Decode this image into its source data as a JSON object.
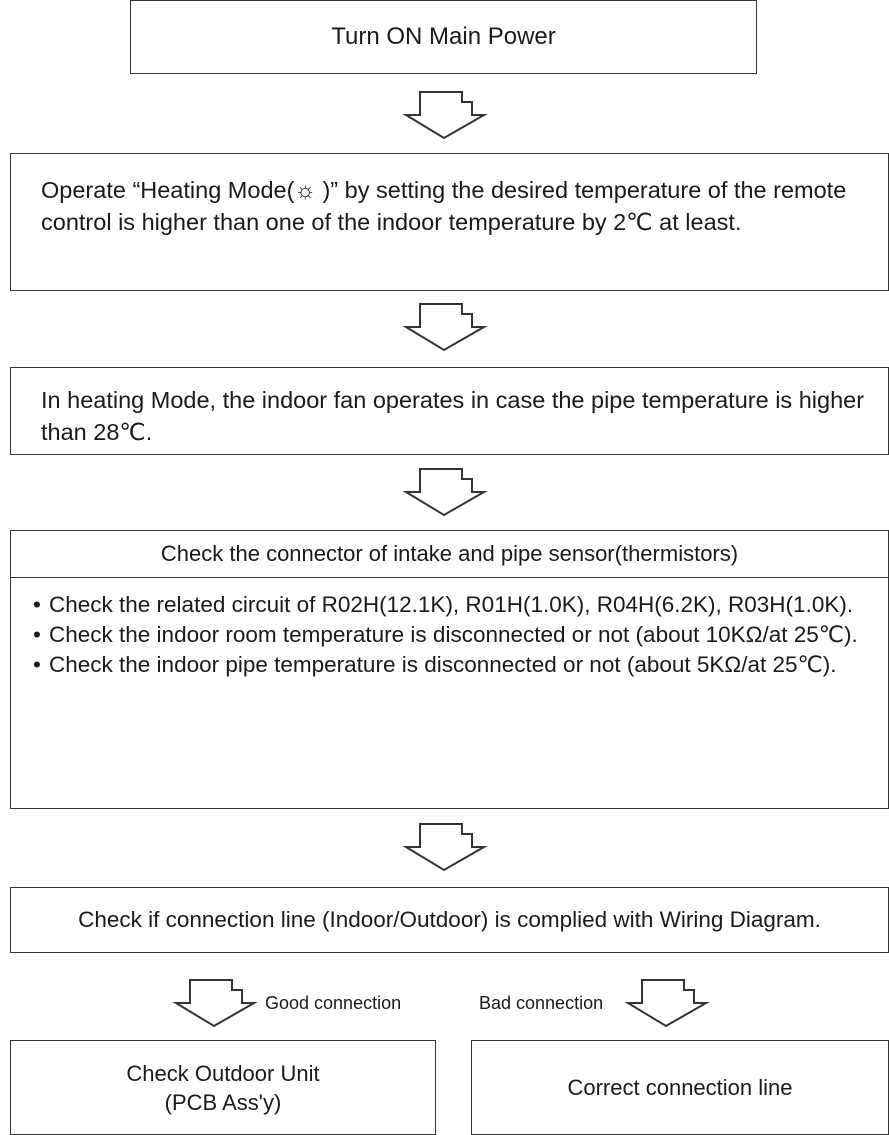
{
  "steps": {
    "power": "Turn ON Main Power",
    "heating": "Operate “Heating Mode(☼ )” by setting the desired temperature of the remote control is higher than one of the indoor temperature by 2℃ at least.",
    "fan": "In heating Mode, the indoor fan operates in case the pipe temperature is higher than 28℃.",
    "check_title": "Check the connector of intake and pipe sensor(thermistors)",
    "check_items": [
      "Check the related circuit of R02H(12.1K), R01H(1.0K), R04H(6.2K), R03H(1.0K).",
      "Check the indoor room temperature is disconnected or not (about 10KΩ/at 25℃).",
      "Check the indoor pipe temperature is disconnected or not (about 5KΩ/at 25℃)."
    ],
    "wiring": "Check if connection line (Indoor/Outdoor) is complied with Wiring Diagram.",
    "outdoor_line1": "Check Outdoor Unit",
    "outdoor_line2": "(PCB Ass'y)",
    "correct": "Correct connection line"
  },
  "branches": {
    "good": "Good connection",
    "bad": "Bad connection"
  },
  "colors": {
    "line": "#333333",
    "background": "#ffffff",
    "text": "#1a1a1a"
  }
}
